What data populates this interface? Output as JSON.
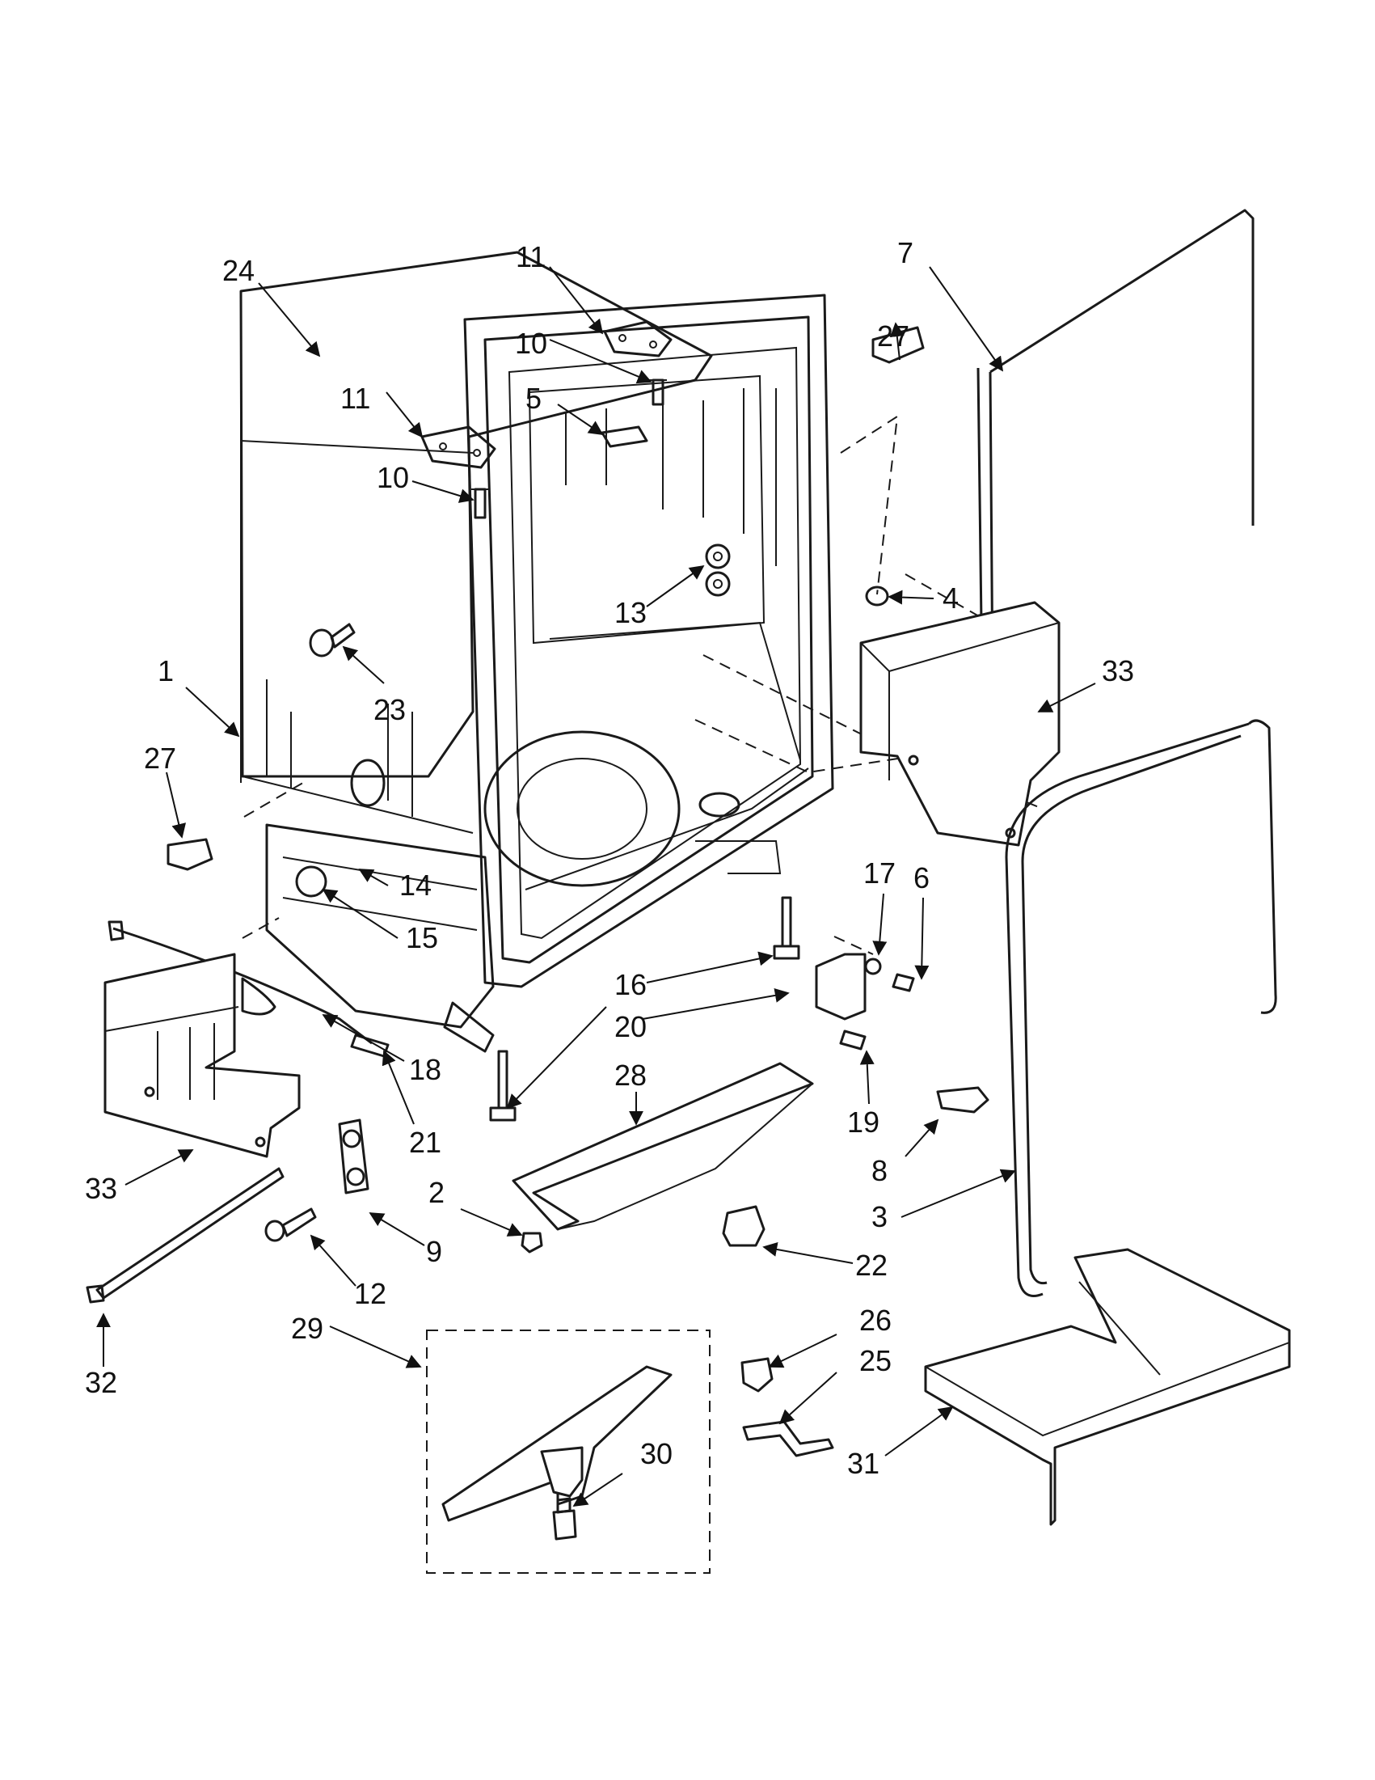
{
  "callouts": [
    {
      "id": "c24a",
      "label": "24"
    },
    {
      "id": "c11a",
      "label": "11"
    },
    {
      "id": "c10a",
      "label": "10"
    },
    {
      "id": "c7",
      "label": "7"
    },
    {
      "id": "c27a",
      "label": "27"
    },
    {
      "id": "c11b",
      "label": "11"
    },
    {
      "id": "c5",
      "label": "5"
    },
    {
      "id": "c10b",
      "label": "10"
    },
    {
      "id": "c13",
      "label": "13"
    },
    {
      "id": "c4",
      "label": "4"
    },
    {
      "id": "c1",
      "label": "1"
    },
    {
      "id": "c23",
      "label": "23"
    },
    {
      "id": "c33a",
      "label": "33"
    },
    {
      "id": "c27b",
      "label": "27"
    },
    {
      "id": "c14",
      "label": "14"
    },
    {
      "id": "c15",
      "label": "15"
    },
    {
      "id": "c17",
      "label": "17"
    },
    {
      "id": "c6",
      "label": "6"
    },
    {
      "id": "c16",
      "label": "16"
    },
    {
      "id": "c20",
      "label": "20"
    },
    {
      "id": "c28",
      "label": "28"
    },
    {
      "id": "c18",
      "label": "18"
    },
    {
      "id": "c19",
      "label": "19"
    },
    {
      "id": "c21",
      "label": "21"
    },
    {
      "id": "c8",
      "label": "8"
    },
    {
      "id": "c33b",
      "label": "33"
    },
    {
      "id": "c2",
      "label": "2"
    },
    {
      "id": "c3",
      "label": "3"
    },
    {
      "id": "c9",
      "label": "9"
    },
    {
      "id": "c22",
      "label": "22"
    },
    {
      "id": "c12",
      "label": "12"
    },
    {
      "id": "c26",
      "label": "26"
    },
    {
      "id": "c29",
      "label": "29"
    },
    {
      "id": "c25",
      "label": "25"
    },
    {
      "id": "c30",
      "label": "30"
    },
    {
      "id": "c32",
      "label": "32"
    },
    {
      "id": "c31",
      "label": "31"
    }
  ]
}
